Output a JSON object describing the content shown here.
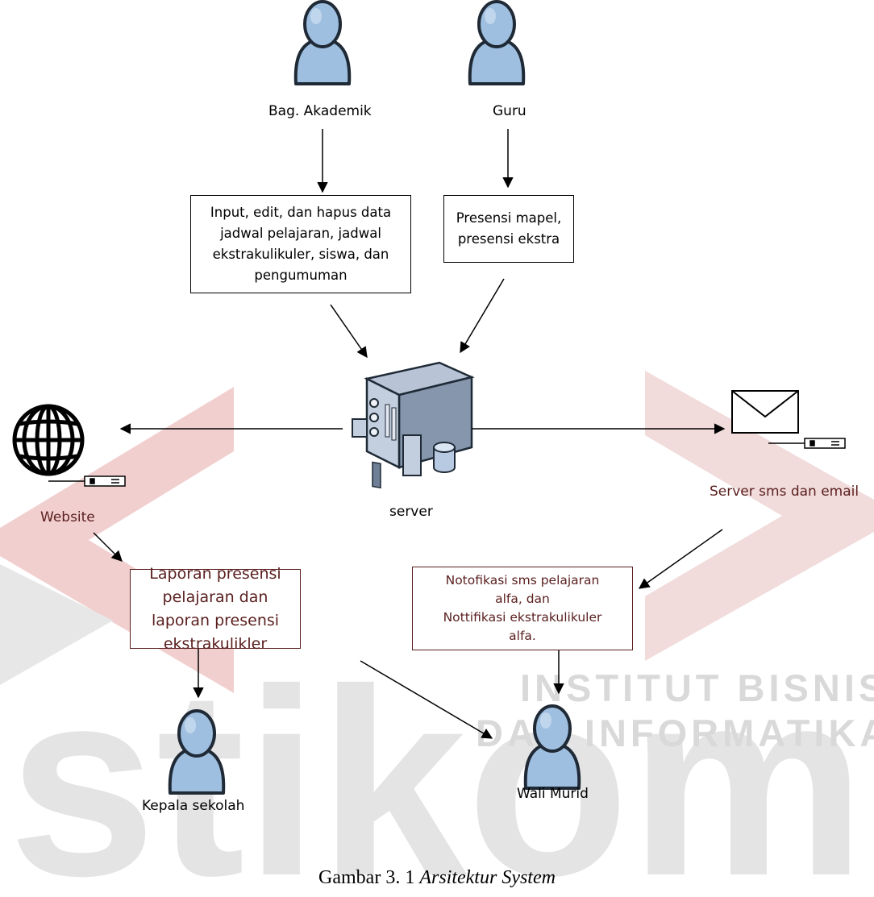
{
  "actors": {
    "akademik": "Bag. Akademik",
    "guru": "Guru",
    "kepala": "Kepala sekolah",
    "wali": "Wali Murid"
  },
  "boxes": {
    "akademik_process": "Input, edit, dan hapus data jadwal pelajaran, jadwal ekstrakulikuler, siswa, dan pengumuman",
    "guru_process": "Presensi mapel, presensi ekstra",
    "laporan": "Laporan presensi pelajaran dan laporan presensi ekstrakulikler",
    "notifikasi_line1": "Notofikasi sms pelajaran alfa, dan",
    "notifikasi_line2": "Nottifikasi ekstrakulikuler alfa."
  },
  "nodes": {
    "server": "server",
    "website": "Website",
    "sms_email": "Server sms dan email"
  },
  "watermark": {
    "line1": "INSTITUT BISNIS",
    "line2": "DAN INFORMATIKA",
    "brand": "stikom"
  },
  "caption": {
    "prefix": "Gambar 3. 1 ",
    "italic": "Arsitektur System"
  },
  "colors": {
    "person_fill": "#9fbfe0",
    "person_stroke": "#1f2a36",
    "maroon_text": "#5a1e1e",
    "watermark_red": "#e5a3a3",
    "watermark_gray": "#d9d9d9"
  },
  "icons": [
    "person-icon",
    "server-icon",
    "globe-icon",
    "envelope-icon",
    "network-device-icon"
  ]
}
